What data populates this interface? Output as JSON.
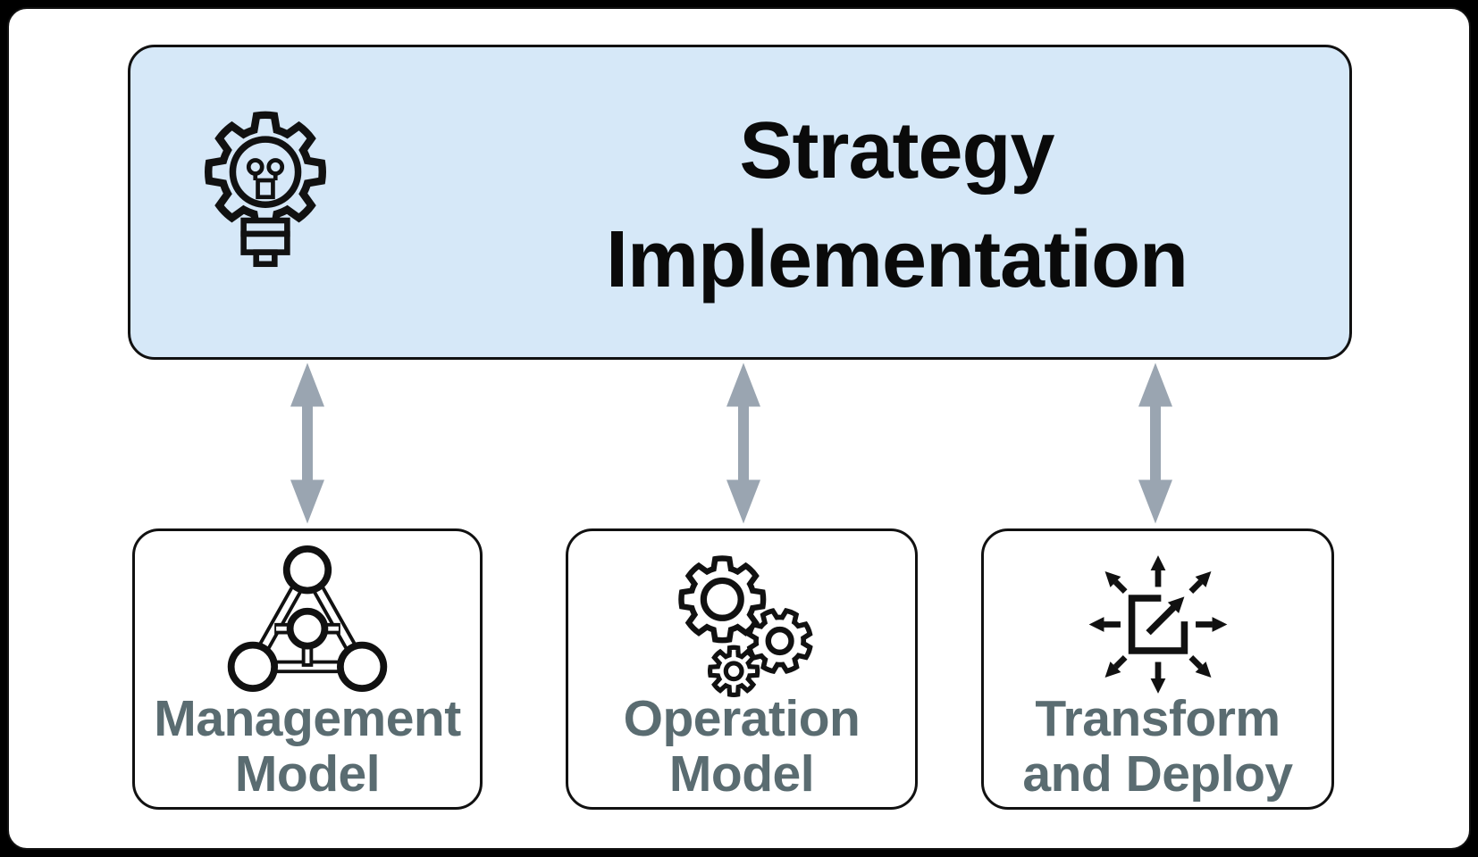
{
  "diagram": {
    "title": {
      "line1": "Strategy",
      "line2": "Implementation"
    },
    "main_box": {
      "name": "Strategy Implementation",
      "icon": "gear-lightbulb-icon"
    },
    "sub_boxes": [
      {
        "name": "Management Model",
        "line1": "Management",
        "line2": "Model",
        "icon": "triangle-network-icon"
      },
      {
        "name": "Operation Model",
        "line1": "Operation",
        "line2": "Model",
        "icon": "three-gears-icon"
      },
      {
        "name": "Transform and Deploy",
        "line1": "Transform",
        "line2": "and Deploy",
        "icon": "expand-arrows-icon"
      }
    ],
    "connectors": {
      "count": 3,
      "type": "double-headed-vertical-arrow"
    },
    "colors": {
      "canvas_bg": "#000000",
      "panel_bg": "#ffffff",
      "main_box_fill": "#d6e8f8",
      "border": "#111111",
      "title_text": "#0a0a0a",
      "label_text": "#5a6c71",
      "arrow": "#9aa5b1",
      "icon_stroke": "#111111"
    }
  }
}
